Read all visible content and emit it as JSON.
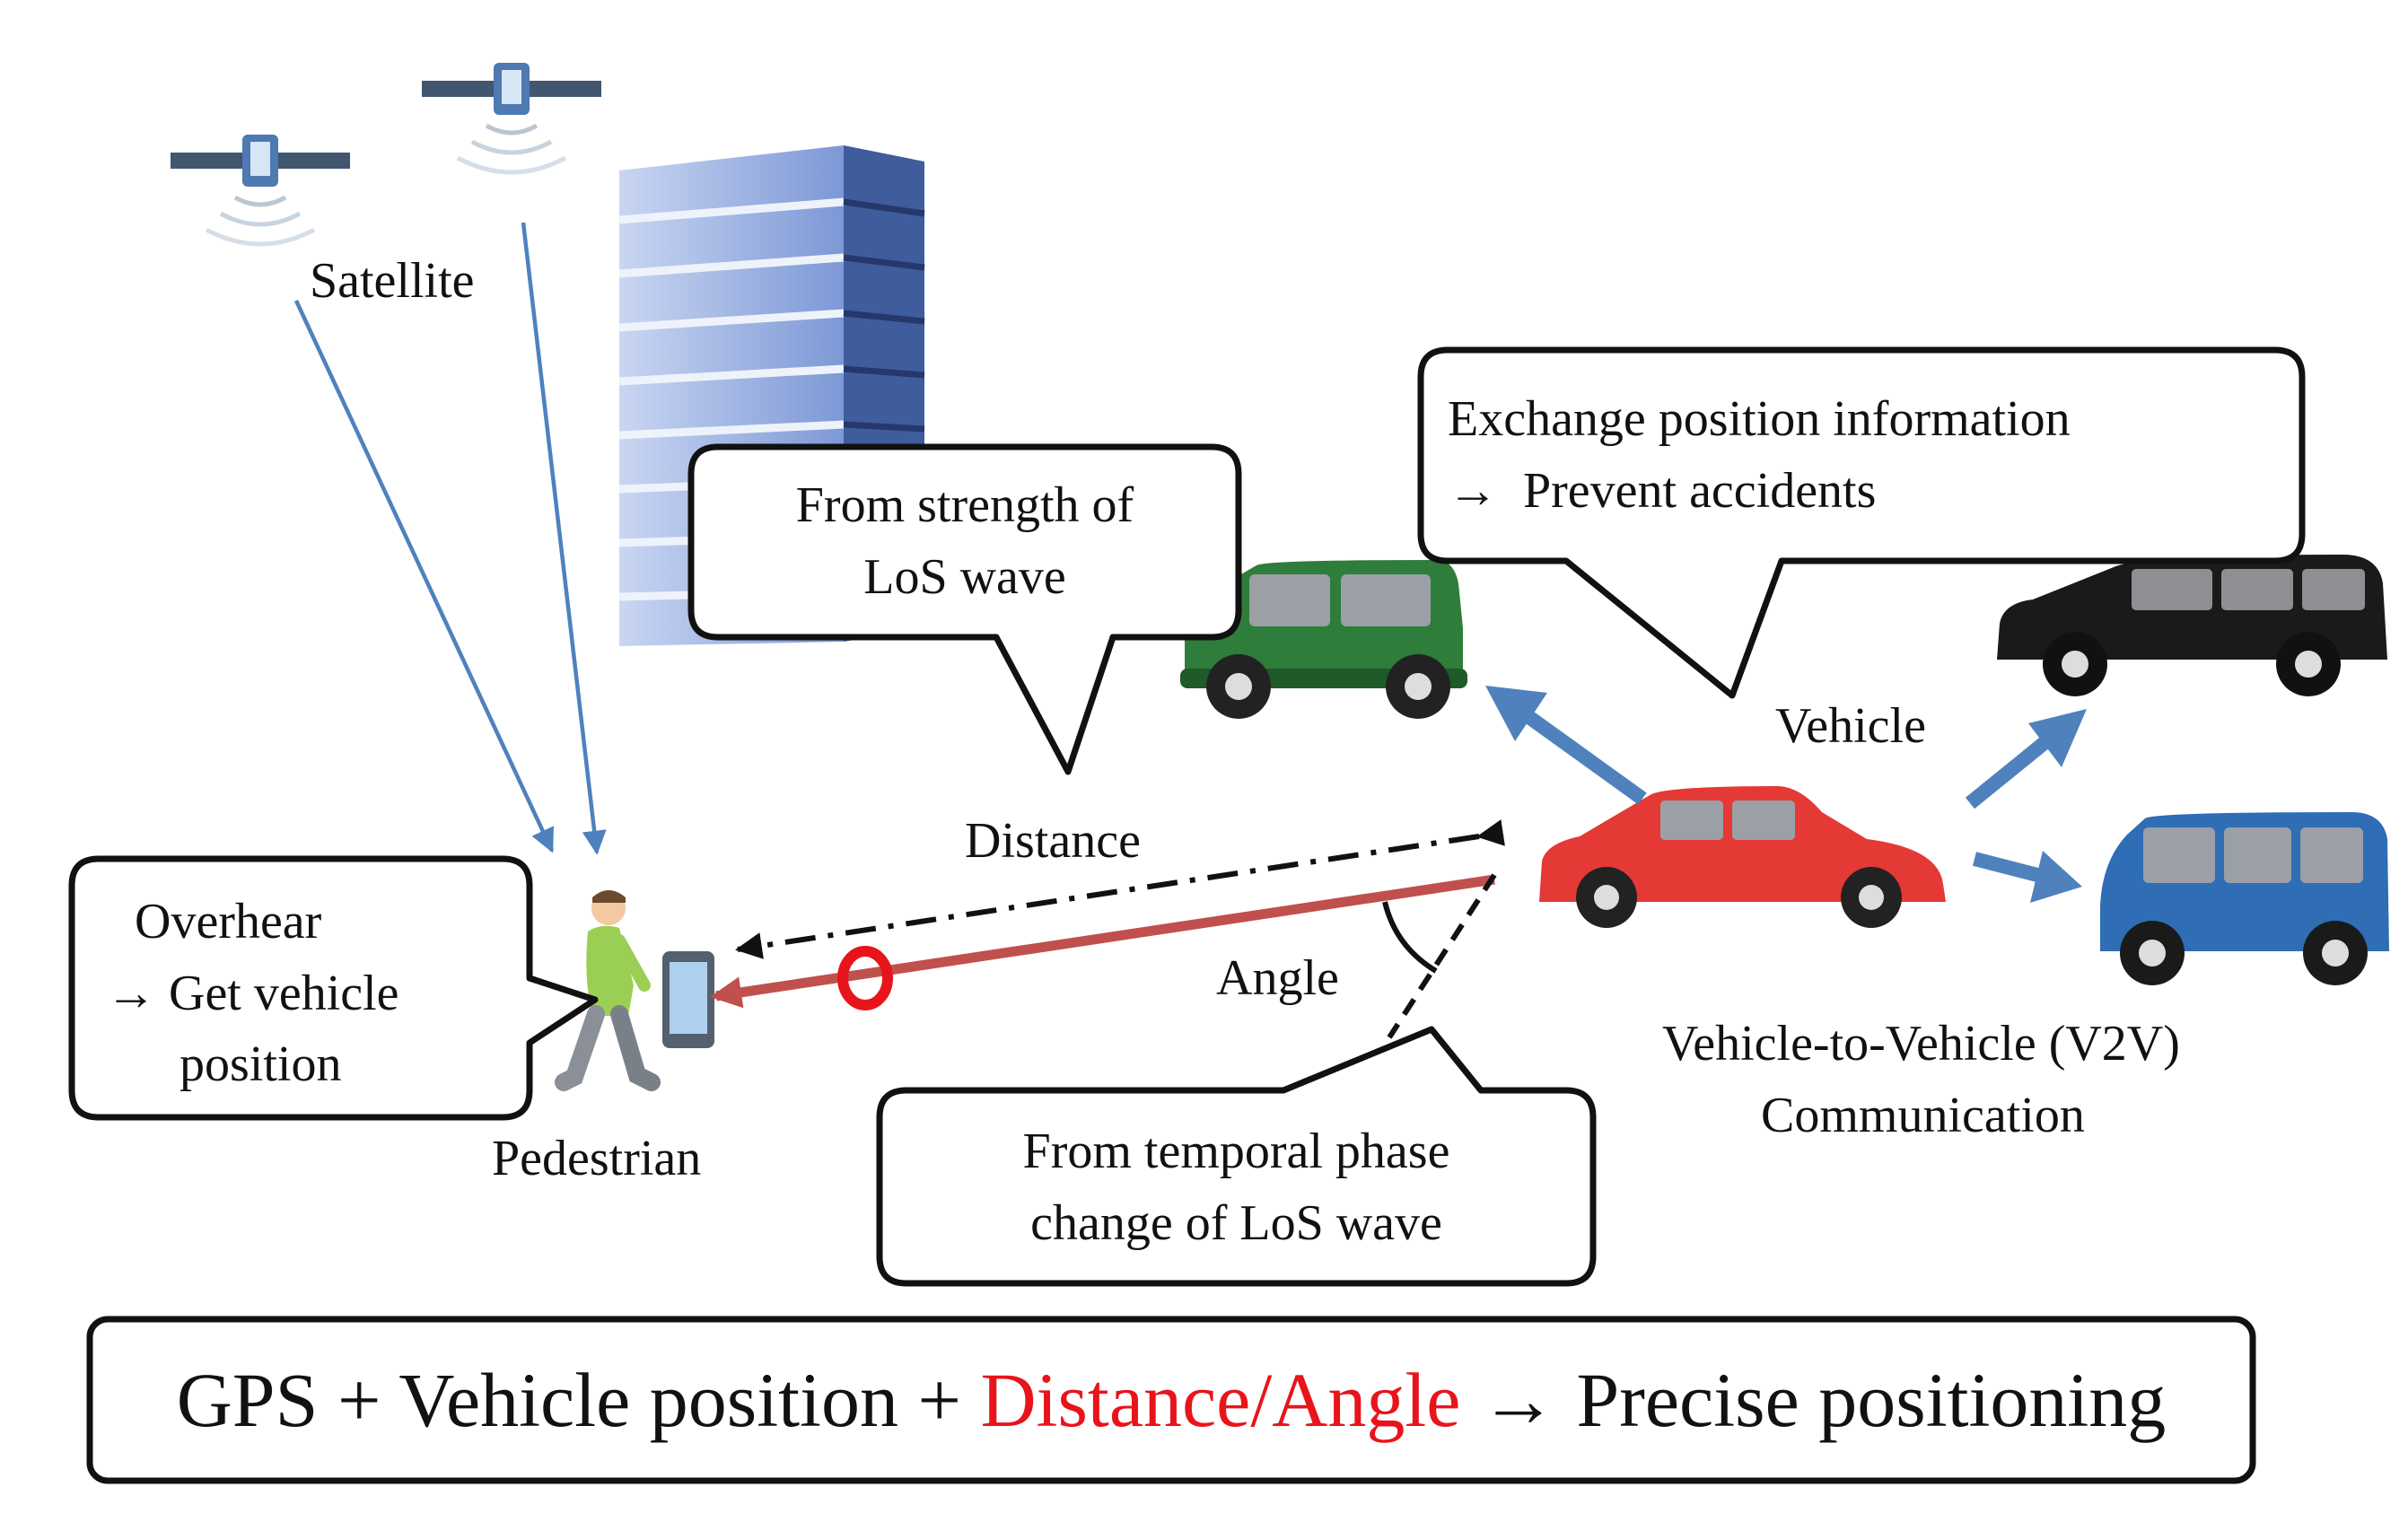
{
  "labels": {
    "satellite": "Satellite",
    "pedestrian": "Pedestrian",
    "vehicle": "Vehicle",
    "distance": "Distance",
    "angle": "Angle",
    "v2v_line1": "Vehicle-to-Vehicle (V2V)",
    "v2v_line2": "Communication"
  },
  "callouts": {
    "overhear": {
      "line1": "Overhear",
      "line2": "→ Get vehicle",
      "line3": "position"
    },
    "strength": {
      "line1": "From strength of",
      "line2": "LoS wave"
    },
    "exchange": {
      "line1": "Exchange position information",
      "line2": "→  Prevent accidents"
    },
    "phase": {
      "line1": "From temporal phase",
      "line2": "change of LoS wave"
    }
  },
  "summary": {
    "part1": "GPS + Vehicle position + ",
    "highlight": "Distance/Angle",
    "part2": " → Precise positioning"
  },
  "colors": {
    "arrow_blue": "#4f81bd",
    "los_red": "#c0504d",
    "highlight_red": "#e8141b",
    "car_green": "#2e7d3a",
    "car_red": "#e53935",
    "car_black": "#1a1a1a",
    "car_blue": "#2f6db5",
    "building_blue": "#6f8fd0"
  },
  "icons": [
    "satellite-icon",
    "building-icon",
    "pedestrian-icon",
    "smartphone-icon",
    "car-icon"
  ]
}
